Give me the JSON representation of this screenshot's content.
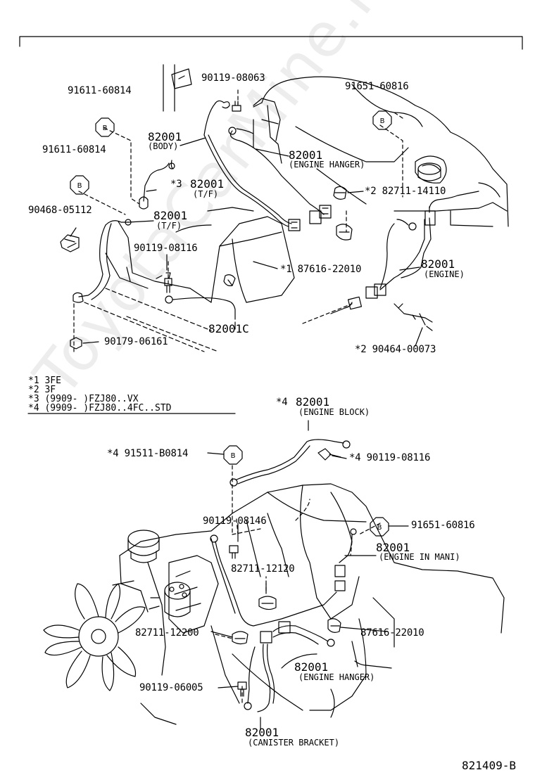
{
  "watermark": "ToyotaCarMine.ru",
  "figure_code": "821409-B",
  "upper": {
    "p_91611_a": "91611-60814",
    "p_91611_b": "91611-60814",
    "p_90468": "90468-05112",
    "p_90119_top": "90119-08063",
    "p_91651_top": "91651-60816",
    "c_body": {
      "num": "82001",
      "sub": "(BODY)"
    },
    "c_hanger": {
      "num": "82001",
      "sub": "(ENGINE HANGER)"
    },
    "c_tf1": {
      "prefix": "*3",
      "num": "82001",
      "sub": "(T/F)"
    },
    "c_tf2": {
      "num": "82001",
      "sub": "(T/F)"
    },
    "p_82711_14110": "*2 82711-14110",
    "p_90119_08116": "90119-08116",
    "p_87616": "*1 87616-22010",
    "c_engine": {
      "num": "82001",
      "sub": "(ENGINE)"
    },
    "c_82001c": "82001C",
    "p_90179": "90179-06161",
    "p_90464": "*2 90464-00073"
  },
  "legend": [
    "*1 3FE",
    "*2 3F",
    "*3 (9909-     )FZJ80..VX",
    "*4 (9909-     )FZJ80..4FC..STD"
  ],
  "lower": {
    "c_block": {
      "prefix": "*4",
      "num": "82001",
      "sub": "(ENGINE BLOCK)"
    },
    "p_91511": "*4 91511-B0814",
    "p_90119_08116b": "*4 90119-08116",
    "p_90119_08146": "90119-08146",
    "p_91651_low": "91651-60816",
    "c_mani": {
      "num": "82001",
      "sub": "(ENGINE IN MANI)"
    },
    "p_82711_12120": "82711-12120",
    "p_82711_12200": "82711-12200",
    "p_87616_low": "87616-22010",
    "c_hanger_low": {
      "num": "82001",
      "sub": "(ENGINE HANGER)"
    },
    "p_90119_06005": "90119-06005",
    "c_canister": {
      "num": "82001",
      "sub": "(CANISTER BRACKET)"
    }
  }
}
